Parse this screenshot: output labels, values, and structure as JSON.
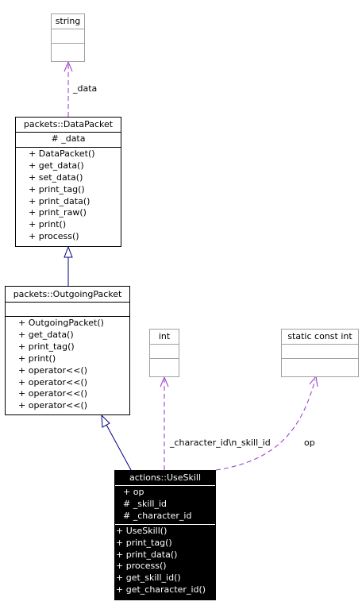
{
  "classes": {
    "string": {
      "title": "string"
    },
    "int": {
      "title": "int"
    },
    "static_const_int": {
      "title": "static const int"
    },
    "data_packet": {
      "title": "packets::DataPacket",
      "attributes": [
        "# _data"
      ],
      "methods": [
        "+ DataPacket()",
        "+ get_data()",
        "+ set_data()",
        "+ print_tag()",
        "+ print_data()",
        "+ print_raw()",
        "+ print()",
        "+ process()"
      ]
    },
    "outgoing_packet": {
      "title": "packets::OutgoingPacket",
      "methods": [
        "+ OutgoingPacket()",
        "+ get_data()",
        "+ print_tag()",
        "+ print()",
        "+ operator<<()",
        "+ operator<<()",
        "+ operator<<()",
        "+ operator<<()"
      ]
    },
    "use_skill": {
      "title": "actions::UseSkill",
      "attributes": [
        "+ op",
        "# _skill_id",
        "# _character_id"
      ],
      "methods": [
        "+ UseSkill()",
        "+ print_tag()",
        "+ print_data()",
        "+ process()",
        "+ get_skill_id()",
        "+ get_character_id()"
      ]
    }
  },
  "edge_labels": {
    "data": "_data",
    "ids": "_character_id\\n_skill_id",
    "op": "op"
  },
  "colors": {
    "inheritance": "#000080",
    "usage": "#9a32cd",
    "gray_border": "#a0a0a0"
  }
}
